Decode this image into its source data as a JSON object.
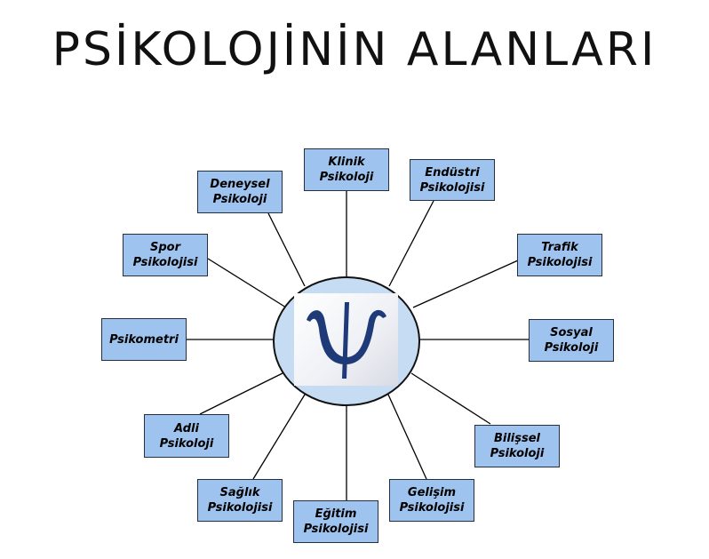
{
  "title": "PSİKOLOJİNİN ALANLARI",
  "hub": {
    "icon": "psi-symbol-icon",
    "colors": {
      "circle": "#c5dcf3",
      "symbol": "#1e3a78"
    }
  },
  "nodes": [
    {
      "id": "klinik",
      "line1": "Klinik",
      "line2": "Psikoloji"
    },
    {
      "id": "endustri",
      "line1": "Endüstri",
      "line2": "Psikolojisi"
    },
    {
      "id": "trafik",
      "line1": "Trafik",
      "line2": "Psikolojisi"
    },
    {
      "id": "sosyal",
      "line1": "Sosyal",
      "line2": "Psikoloji"
    },
    {
      "id": "bilissel",
      "line1": "Bilişsel",
      "line2": "Psikoloji"
    },
    {
      "id": "gelisim",
      "line1": "Gelişim",
      "line2": "Psikolojisi"
    },
    {
      "id": "egitim",
      "line1": "Eğitim",
      "line2": "Psikolojisi"
    },
    {
      "id": "saglik",
      "line1": "Sağlık",
      "line2": "Psikolojisi"
    },
    {
      "id": "adli",
      "line1": "Adli",
      "line2": "Psikoloji"
    },
    {
      "id": "psikometri",
      "line1": "Psikometri",
      "line2": ""
    },
    {
      "id": "spor",
      "line1": "Spor",
      "line2": "Psikolojisi"
    },
    {
      "id": "deneysel",
      "line1": "Deneysel",
      "line2": "Psikoloji"
    }
  ],
  "box_color": "#9ec3ee"
}
